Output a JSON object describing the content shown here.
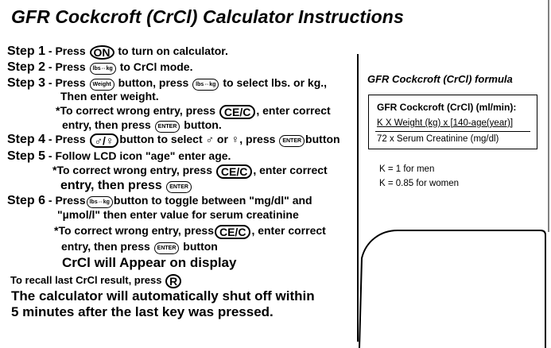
{
  "title": "GFR Cockcroft (CrCl) Calculator Instructions",
  "keys": {
    "on": "ON",
    "lbs_kg": "lbs⇔kg",
    "weight": "Weight",
    "ce_c": "CE/C",
    "enter": "ENTER",
    "gender": "♂/♀",
    "recall": "R"
  },
  "steps": {
    "s1_label": "Step 1",
    "s1_a": "- Press",
    "s1_b": "to turn on calculator.",
    "s2_label": "Step 2",
    "s2_a": "- Press",
    "s2_b": "to CrCl mode.",
    "s3_label": "Step 3",
    "s3_a": "- Press",
    "s3_b": "button, press",
    "s3_c": "to select lbs. or kg.,",
    "s3_d": "Then enter weight.",
    "s3_e": "*To correct wrong entry, press",
    "s3_f": ", enter correct",
    "s3_g": "entry, then press",
    "s3_h": "button.",
    "s4_label": "Step 4",
    "s4_a": "- Press",
    "s4_b": "button to select ♂ or ♀, press",
    "s4_c": "button",
    "s5_label": "Step 5",
    "s5_a": "-  Follow LCD icon \"age\" enter age.",
    "s5_b": "*To correct wrong entry, press",
    "s5_c": ", enter correct",
    "s5_d": "entry, then press",
    "s6_label": "Step 6",
    "s6_a": "- Press",
    "s6_b": "button to toggle between \"mg/dl\" and",
    "s6_c": "\"µmol/l\" then enter value for serum creatinine",
    "s6_d": "*To correct wrong entry, press",
    "s6_e": ", enter correct",
    "s6_f": "entry, then press",
    "s6_g": "button",
    "s6_h": "CrCl  will Appear on display"
  },
  "recall": {
    "text": "To recall last CrCl result, press"
  },
  "shutoff": {
    "line1": "The calculator will automatically shut off within",
    "line2": "5 minutes after the last key was pressed."
  },
  "formula": {
    "title": "GFR Cockcroft (CrCl) formula",
    "heading": "GFR Cockcroft (CrCl) (ml/min):",
    "numerator": "K X Weight (kg) x [140-age(year)]",
    "denominator": "72 x  Serum Creatinine (mg/dl)",
    "k_men": "K = 1 for men",
    "k_women": "K = 0.85 for women"
  }
}
